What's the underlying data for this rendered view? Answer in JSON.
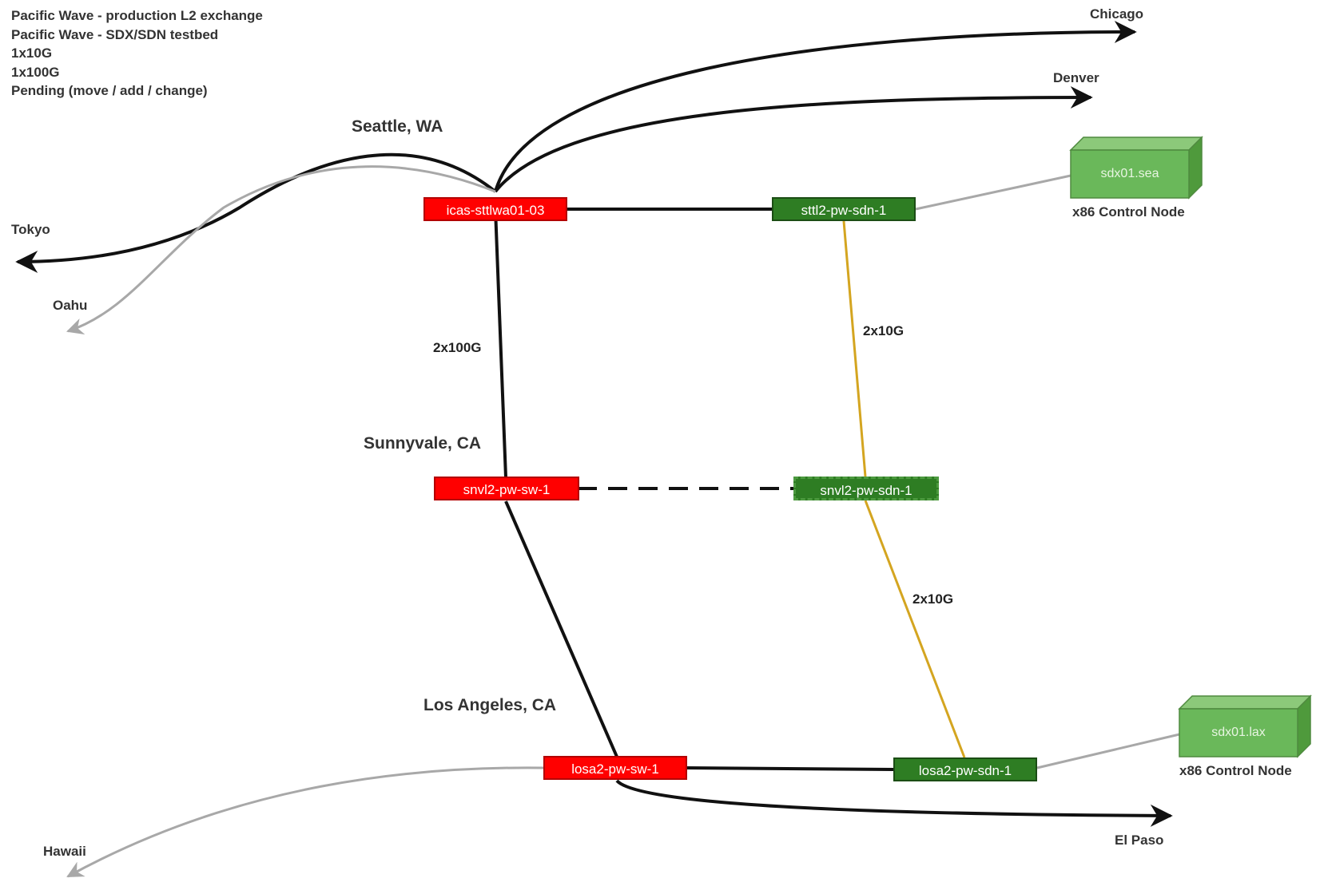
{
  "legend": [
    "Pacific Wave - production L2 exchange",
    "Pacific Wave - SDX/SDN testbed",
    "1x10G",
    "1x100G",
    "Pending (move / add / change)"
  ],
  "cities": {
    "seattle": "Seattle, WA",
    "sunnyvale": "Sunnyvale, CA",
    "los_angeles": "Los Angeles, CA"
  },
  "destinations": {
    "chicago": "Chicago",
    "denver": "Denver",
    "tokyo": "Tokyo",
    "oahu": "Oahu",
    "hawaii": "Hawaii",
    "el_paso": "El Paso"
  },
  "nodes": {
    "icas": "icas-sttlwa01-03",
    "snvl2_sw": "snvl2-pw-sw-1",
    "losa2_sw": "losa2-pw-sw-1",
    "sttl2_sdn": "sttl2-pw-sdn-1",
    "snvl2_sdn": "snvl2-pw-sdn-1",
    "losa2_sdn": "losa2-pw-sdn-1"
  },
  "control_nodes": {
    "sea_box": "sdx01.sea",
    "lax_box": "sdx01.lax",
    "sea_caption": "x86 Control Node",
    "lax_caption": "x86 Control Node"
  },
  "links": {
    "sea_snvl": "2x100G",
    "sdn_sea_snvl": "2x10G",
    "sdn_snvl_lax": "2x10G"
  },
  "colors": {
    "production": "#ff0000",
    "sdn": "#2e7d23",
    "link_10g": "#d4a520",
    "link_100g": "#111111",
    "link_gray": "#a8a8a8"
  }
}
